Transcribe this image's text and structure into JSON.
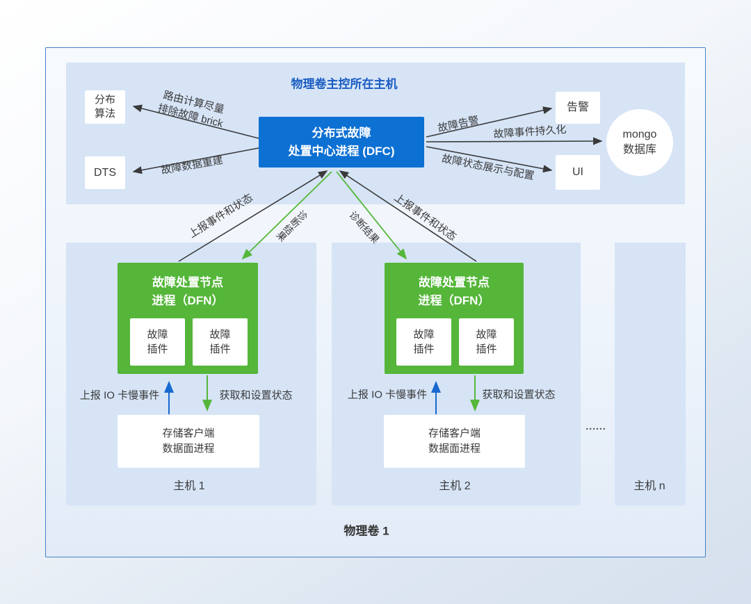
{
  "colors": {
    "dfc_blue": "#0d70d3",
    "dfn_green": "#55b63a",
    "panel_blue": "#d6e4f6",
    "title_blue": "#1a5cc2",
    "arrow_black": "#3a3a3a",
    "arrow_green": "#55b63a",
    "arrow_blue": "#1769d0",
    "outer_border": "#4381c6"
  },
  "outer": {
    "label": "物理卷 1"
  },
  "master_host": {
    "title": "物理卷主控所在主机",
    "dfc_label": "分布式故障\n处置中心进程 (DFC)",
    "dist_algo_label": "分布\n算法",
    "dts_label": "DTS",
    "alarm_label": "告警",
    "ui_label": "UI",
    "mongo_label": "mongo\n数据库"
  },
  "edges": {
    "route_calc": "路由计算尽量\n排除故障 brick",
    "data_rebuild": "故障数据重建",
    "fault_alarm": "故障告警",
    "event_persist": "故障事件持久化",
    "status_display": "故障状态展示与配置",
    "report_events_left": "上报事件和状态",
    "report_events_right": "上报事件和状态",
    "diag_result_left": "诊断结果",
    "diag_result_right": "诊断结果"
  },
  "hosts": [
    {
      "name": "主机 1",
      "dfn_label": "故障处置节点\n进程（DFN）",
      "plugin1": "故障\n插件",
      "plugin2": "故障\n插件",
      "storage_label": "存储客户端\n数据面进程",
      "report_io": "上报 IO 卡慢事件",
      "get_set": "获取和设置状态"
    },
    {
      "name": "主机 2",
      "dfn_label": "故障处置节点\n进程（DFN）",
      "plugin1": "故障\n插件",
      "plugin2": "故障\n插件",
      "storage_label": "存储客户端\n数据面进程",
      "report_io": "上报 IO 卡慢事件",
      "get_set": "获取和设置状态"
    },
    {
      "name": "主机 n"
    }
  ],
  "ellipsis": "......"
}
